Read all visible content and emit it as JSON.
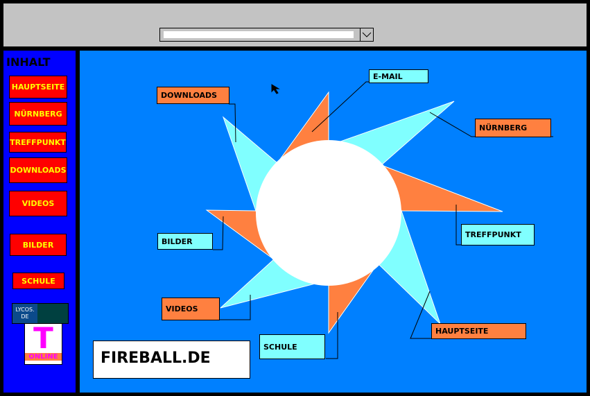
{
  "toolbar": {
    "address_value": ""
  },
  "sidebar": {
    "title": "INHALT",
    "items": [
      {
        "label": "HAUPTSEITE"
      },
      {
        "label": "NÜRNBERG"
      },
      {
        "label": "TREFFPUNKT"
      },
      {
        "label": "DOWNLOADS"
      },
      {
        "label": "VIDEOS"
      },
      {
        "label": "BILDER"
      },
      {
        "label": "SCHULE"
      }
    ],
    "lycos": "LYCOS. DE",
    "tonline_logo": "T",
    "tonline_text": "ONLINE"
  },
  "main": {
    "labels": {
      "email": "E-MAIL",
      "nuernberg": "NÜRNBERG",
      "treffpunkt": "TREFFPUNKT",
      "hauptseite": "HAUPTSEITE",
      "schule": "SCHULE",
      "videos": "VIDEOS",
      "bilder": "BILDER",
      "downloads": "DOWNLOADS"
    },
    "brand": "FIREBALL.DE"
  },
  "colors": {
    "orange": "#ff8040",
    "cyan": "#80ffff",
    "blue": "#0080ff",
    "nav": "#ff0000"
  }
}
